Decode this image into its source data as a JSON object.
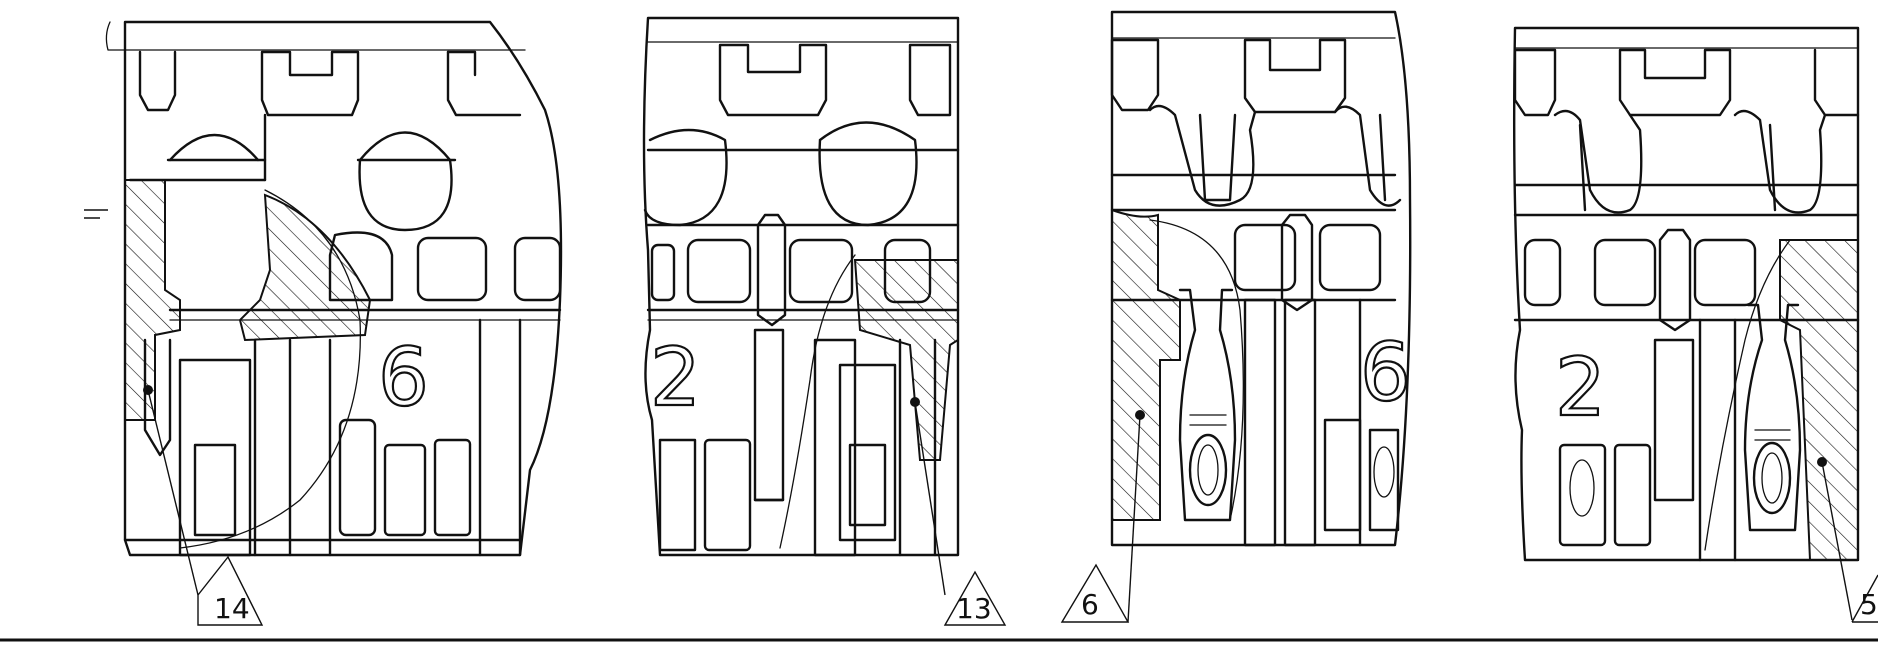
{
  "callouts": [
    {
      "id": "callout-14",
      "label": "14"
    },
    {
      "id": "callout-13",
      "label": "13"
    },
    {
      "id": "callout-6",
      "label": "6"
    },
    {
      "id": "callout-5",
      "label": "5"
    }
  ],
  "markings": {
    "view1_digit": "6",
    "view2_digit": "2",
    "view3_digit": "6",
    "view4_digit": "2"
  }
}
